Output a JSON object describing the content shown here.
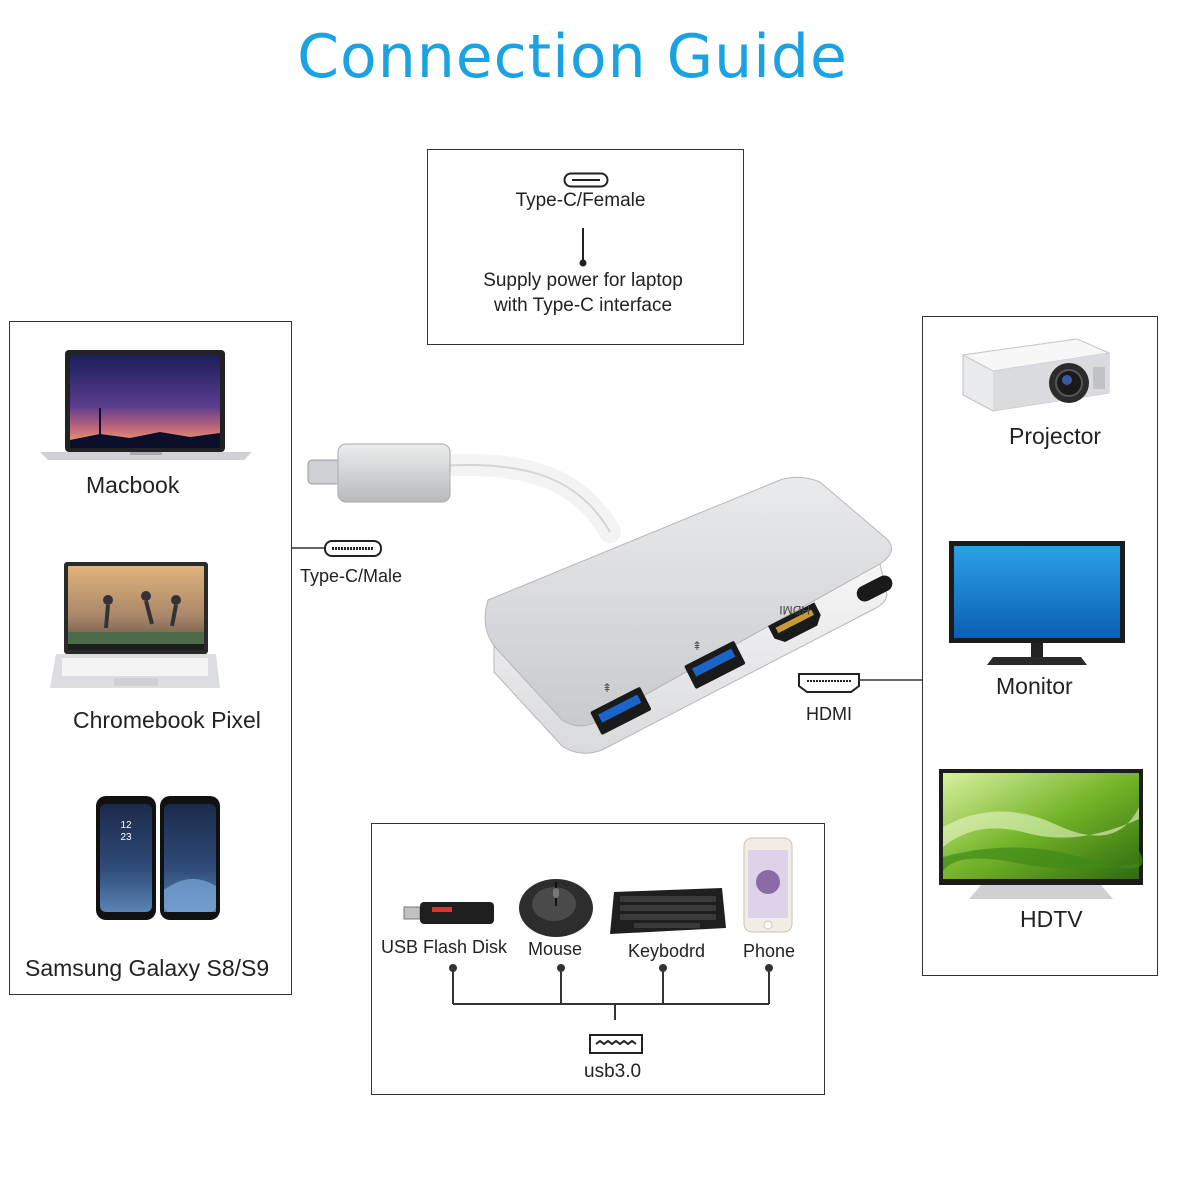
{
  "title": "Connection Guide",
  "top_box": {
    "port_label": "Type-C/Female",
    "desc_line1": "Supply power for laptop",
    "desc_line2": "with Type-C interface"
  },
  "left_box": {
    "devices": [
      "Macbook",
      "Chromebook Pixel",
      "Samsung Galaxy S8/S9"
    ]
  },
  "right_box": {
    "devices": [
      "Projector",
      "Monitor",
      "HDTV"
    ]
  },
  "bottom_box": {
    "devices": [
      "USB Flash Disk",
      "Mouse",
      "Keybodrd",
      "Phone"
    ],
    "port_label": "usb3.0"
  },
  "hub": {
    "typec_male_label": "Type-C/Male",
    "hdmi_label": "HDMI",
    "hdmi_port_text": "HDMI",
    "phone_time": "12 23"
  },
  "colors": {
    "title": "#1aa3e0",
    "line": "#333333"
  }
}
